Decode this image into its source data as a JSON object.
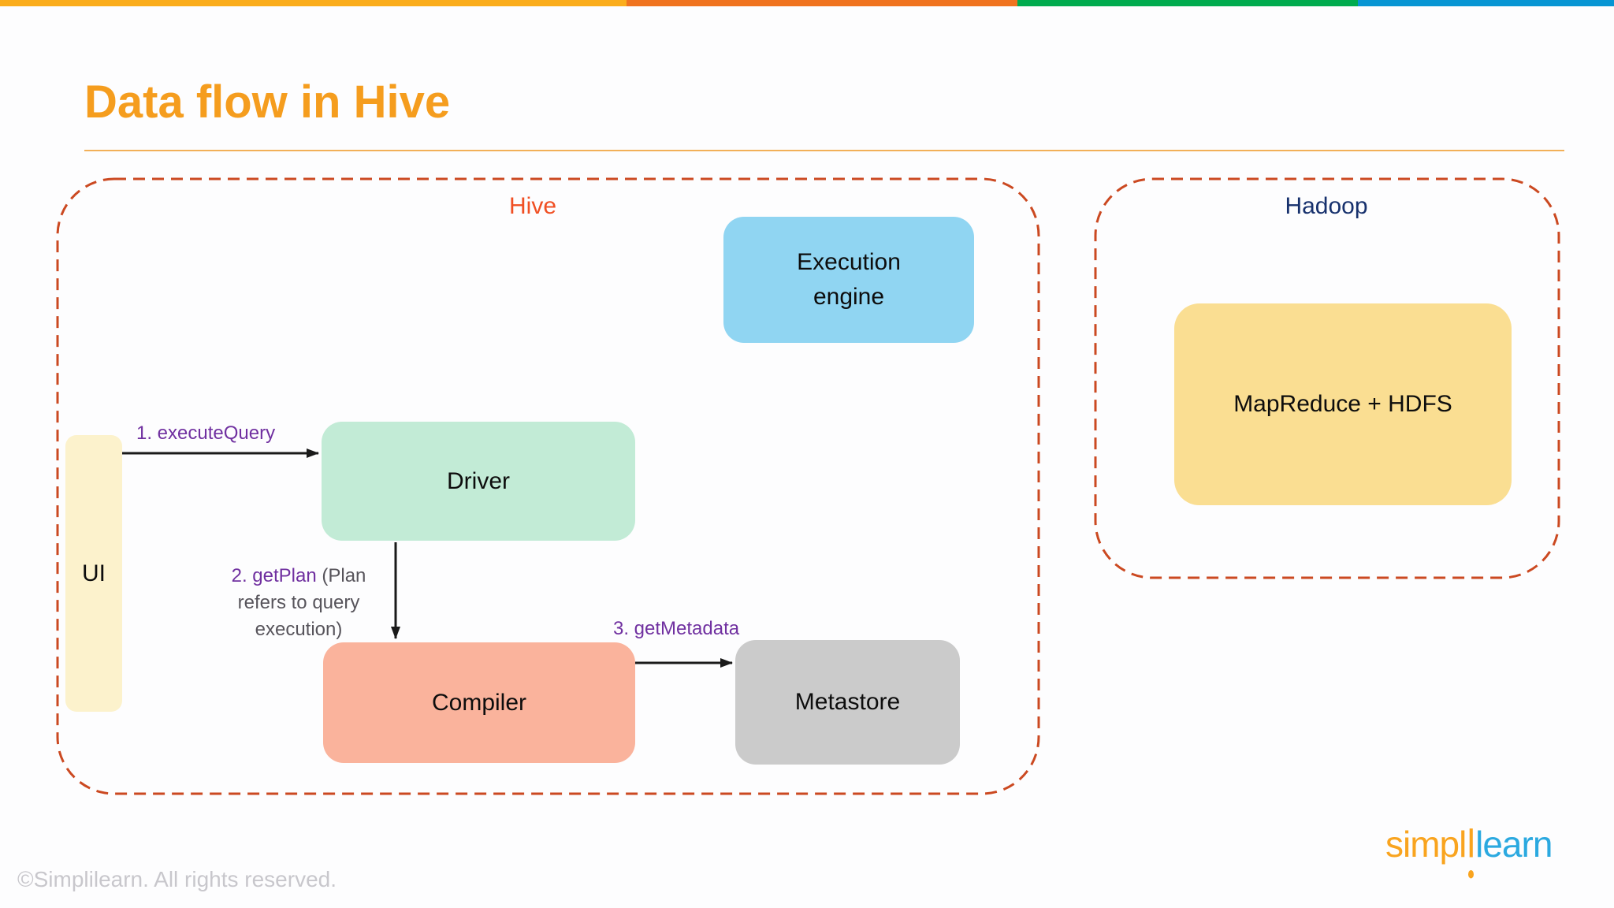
{
  "slide": {
    "title": "Data flow in Hive",
    "copyright": "©Simplilearn. All rights reserved."
  },
  "palette": {
    "title_color": "#f59d1e",
    "top_bar_colors": [
      "#fbad1c",
      "#f0731f",
      "#00ab4e",
      "#0795d3"
    ],
    "container_border_color": "#cb4921",
    "hive_label_color": "#f04f23",
    "hadoop_label_color": "#17316d",
    "edge_label_accent_color": "#7030a0",
    "edge_label_secondary_color": "#57545b",
    "arrow_color": "#1a1a1a"
  },
  "groups": {
    "hive": {
      "label": "Hive"
    },
    "hadoop": {
      "label": "Hadoop"
    }
  },
  "nodes": {
    "ui": {
      "label": "UI",
      "fill": "#fcf2cc"
    },
    "driver": {
      "label": "Driver",
      "fill": "#c2ebd6"
    },
    "compiler": {
      "label": "Compiler",
      "fill": "#fab39c"
    },
    "metastore": {
      "label": "Metastore",
      "fill": "#cbcbcb"
    },
    "execution_engine": {
      "label": "Execution\nengine",
      "fill": "#90d5f2"
    },
    "mapreduce_hdfs": {
      "label": "MapReduce + HDFS",
      "fill": "#fade92"
    }
  },
  "edges": {
    "e1": {
      "from": "ui",
      "to": "driver",
      "label": "1. executeQuery"
    },
    "e2": {
      "from": "driver",
      "to": "compiler",
      "label_accent": "2. getPlan",
      "label_rest": " (Plan refers to query execution)"
    },
    "e3": {
      "from": "compiler",
      "to": "metastore",
      "label": "3. getMetadata"
    }
  },
  "logo": {
    "orange_part": "simpl",
    "i_glyph": "ı",
    "blue_part": "learn"
  }
}
